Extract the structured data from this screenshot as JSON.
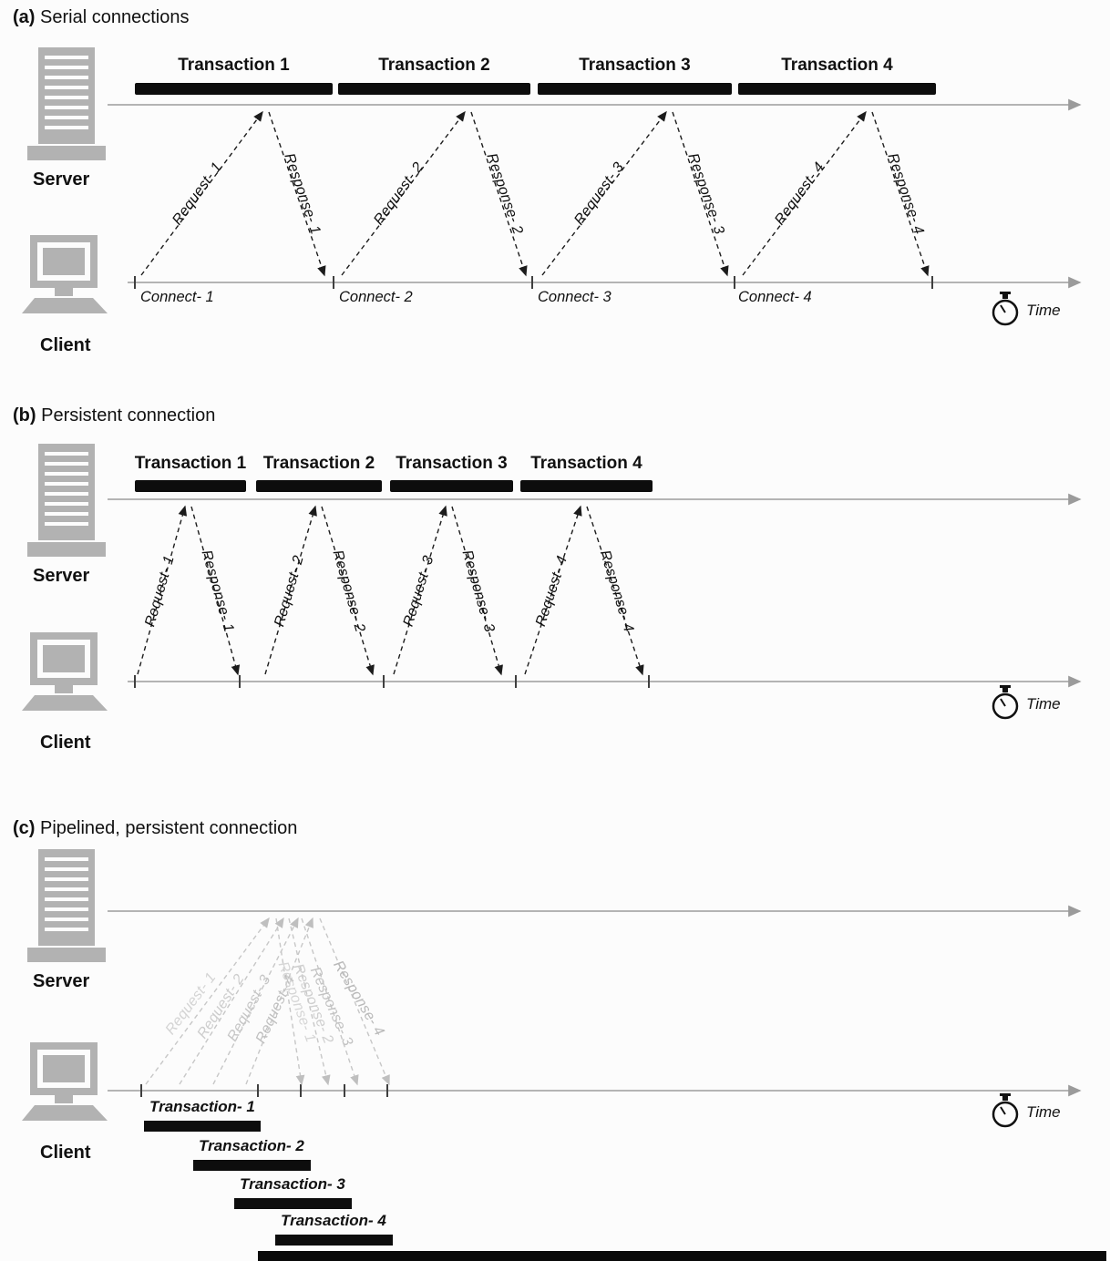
{
  "figure": {
    "panels": [
      {
        "label": "(a)",
        "title": "Serial connections",
        "server": "Server",
        "client": "Client",
        "time": "Time",
        "transactions": [
          "Transaction 1",
          "Transaction 2",
          "Transaction 3",
          "Transaction 4"
        ],
        "requests": [
          "Request- 1",
          "Request- 2",
          "Request- 3",
          "Request- 4"
        ],
        "responses": [
          "Response- 1",
          "Response- 2",
          "Response- 3",
          "Response- 4"
        ],
        "connects": [
          "Connect- 1",
          "Connect- 2",
          "Connect- 3",
          "Connect- 4"
        ]
      },
      {
        "label": "(b)",
        "title": "Persistent connection",
        "server": "Server",
        "client": "Client",
        "time": "Time",
        "transactions": [
          "Transaction 1",
          "Transaction 2",
          "Transaction 3",
          "Transaction 4"
        ],
        "requests": [
          "Request- 1",
          "Request- 2",
          "Request- 3",
          "Request- 4"
        ],
        "responses": [
          "Response- 1",
          "Response- 2",
          "Response- 3",
          "Response- 4"
        ]
      },
      {
        "label": "(c)",
        "title": "Pipelined, persistent connection",
        "server": "Server",
        "client": "Client",
        "time": "Time",
        "transactions": [
          "Transaction- 1",
          "Transaction- 2",
          "Transaction- 3",
          "Transaction- 4"
        ],
        "requests": [
          "Request- 1",
          "Request- 2",
          "Request- 3",
          "Request- 4"
        ],
        "responses": [
          "Response- 1",
          "Response- 2",
          "Response- 3",
          "Response- 4"
        ]
      }
    ],
    "colors": {
      "bar": "#0d0d0d",
      "timeline": "#9b9b9b",
      "arrow": "#1c1c1c",
      "faint_arrow": "#c7c7c7",
      "icon_gray": "#b2b2b2"
    }
  }
}
